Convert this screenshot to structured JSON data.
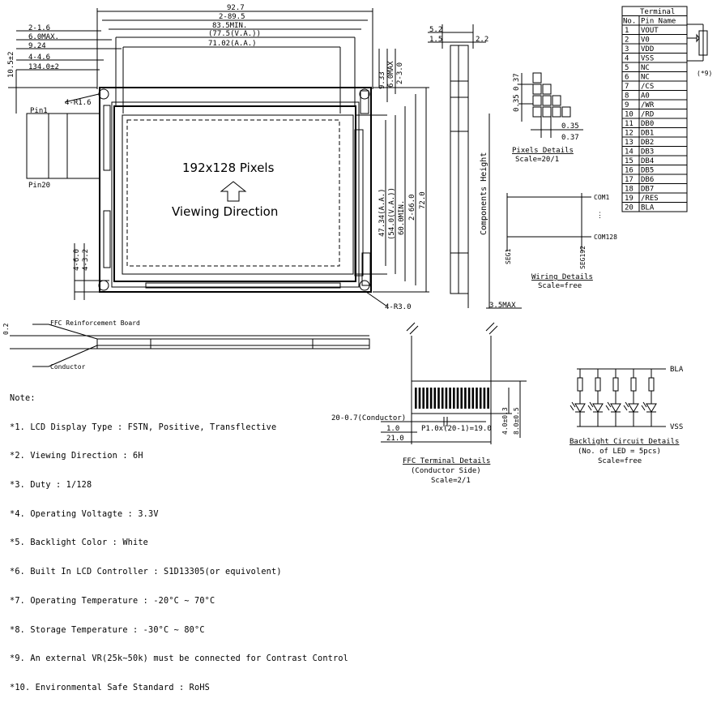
{
  "dimensions": {
    "overall_width": "92.7",
    "d_89_5": "2-89.5",
    "d_83_5": "83.5MIN.",
    "d_77_5": "(77.5(V.A.))",
    "d_71_02": "71.02(A.A.)",
    "left_1_6": "2-1.6",
    "left_6_0": "6.0MAX.",
    "left_9_24": "9.24",
    "left_4_6": "4-4.6",
    "left_134": "134.0±2",
    "left_10_5": "10.5±2",
    "hole_r": "4-R1.6",
    "right_9_33": "9.33",
    "right_6_0max": "6.0MAX",
    "right_3_0": "2-3.0",
    "h_47_34": "47.34(A.A.)",
    "h_54": "(54.0(V.A.))",
    "h_60": "60.0MIN.",
    "h_66": "2-66.0",
    "h_72": "72.0",
    "bot_6_0": "4-6.0",
    "bot_3_2": "4-3.2",
    "corner_r": "4-R3.0",
    "side_5_2": "5.2",
    "side_1_5": "1.5",
    "side_2_2": "2.2",
    "side_3_5max": "3.5MAX",
    "components_height": "Components Height",
    "fpc_0_2": "0.2"
  },
  "pins_labels": {
    "pin1": "Pin1",
    "pin20": "Pin20"
  },
  "display": {
    "pixels": "192x128 Pixels",
    "viewing": "Viewing Direction"
  },
  "terminal": {
    "title": "Terminal",
    "col_no": "No.",
    "col_name": "Pin Name",
    "pins": [
      [
        "1",
        "VOUT"
      ],
      [
        "2",
        "V0"
      ],
      [
        "3",
        "VDD"
      ],
      [
        "4",
        "VSS"
      ],
      [
        "5",
        "NC"
      ],
      [
        "6",
        "NC"
      ],
      [
        "7",
        "/CS"
      ],
      [
        "8",
        "A0"
      ],
      [
        "9",
        "/WR"
      ],
      [
        "10",
        "/RD"
      ],
      [
        "11",
        "DB0"
      ],
      [
        "12",
        "DB1"
      ],
      [
        "13",
        "DB2"
      ],
      [
        "14",
        "DB3"
      ],
      [
        "15",
        "DB4"
      ],
      [
        "16",
        "DB5"
      ],
      [
        "17",
        "DB6"
      ],
      [
        "18",
        "DB7"
      ],
      [
        "19",
        "/RES"
      ],
      [
        "20",
        "BLA"
      ]
    ],
    "vr_note": "(*9)"
  },
  "pixels_details": {
    "d1": "0.37",
    "d2": "0.35",
    "d3": "0.35",
    "d4": "0.37",
    "title": "Pixels Details",
    "scale": "Scale=20/1"
  },
  "wiring": {
    "com1": "COM1",
    "com128": "COM128",
    "seg1": "SEG1",
    "seg192": "SEG192",
    "title": "Wiring Details",
    "scale": "Scale=free"
  },
  "fpc": {
    "reinforcement": "FFC Reinforcement Board",
    "conductor": "Conductor"
  },
  "ffc_terminal": {
    "pitch": "20-0.7(Conductor)",
    "d1_0": "1.0",
    "d21_0": "21.0",
    "p_1_0": "P1.0x(20-1)=19.0",
    "d4_0": "4.0±0.3",
    "d8_0": "8.0±0.5",
    "title1": "FFC Terminal Details",
    "title2": "(Conductor Side)",
    "scale": "Scale=2/1"
  },
  "backlight": {
    "bla": "BLA",
    "vss": "VSS",
    "title1": "Backlight Circuit Details",
    "title2": "(No. of LED = 5pcs)",
    "scale": "Scale=free"
  },
  "notes": {
    "header": "Note:",
    "items": [
      "*1. LCD Display Type : FSTN, Positive, Transflective",
      "*2. Viewing Direction : 6H",
      "*3. Duty : 1/128",
      "*4. Operating Voltagte : 3.3V",
      "*5. Backlight Color : White",
      "*6. Built In LCD Controller : S1D13305(or equivolent)",
      "*7. Operating Temperature : -20°C ~ 70°C",
      "*8. Storage Temperature : -30°C ~ 80°C",
      "*9. An external VR(25k~50k) must be connected for Contrast Control",
      "*10. Environmental Safe Standard : RoHS"
    ]
  }
}
